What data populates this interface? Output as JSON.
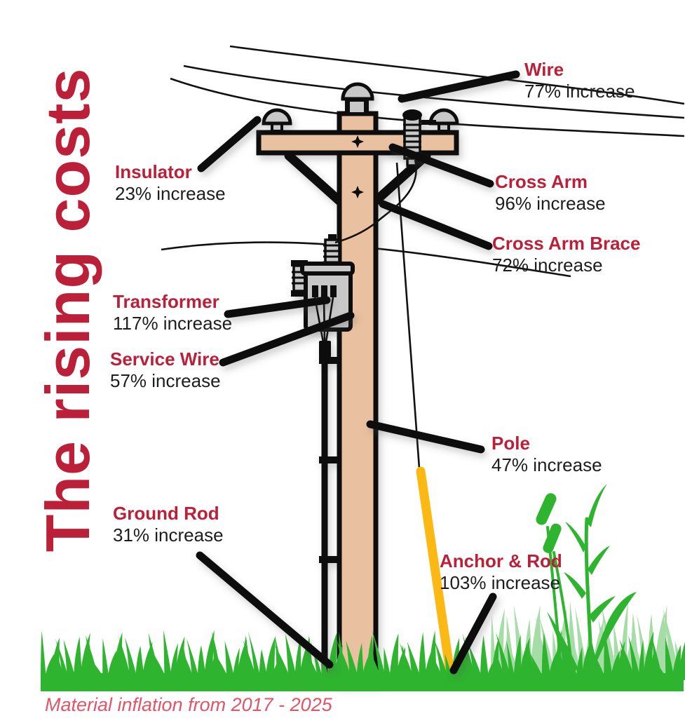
{
  "title": "The rising costs",
  "footer": "Material inflation from 2017 - 2025",
  "labels": {
    "wire": {
      "title": "Wire",
      "value": "77% increase"
    },
    "insulator": {
      "title": "Insulator",
      "value": "23% increase"
    },
    "cross_arm": {
      "title": "Cross Arm",
      "value": "96% increase"
    },
    "cross_arm_brace": {
      "title": "Cross Arm Brace",
      "value": "72% increase"
    },
    "transformer": {
      "title": "Transformer",
      "value": "117% increase"
    },
    "service_wire": {
      "title": "Service Wire",
      "value": "57% increase"
    },
    "pole": {
      "title": "Pole",
      "value": "47% increase"
    },
    "ground_rod": {
      "title": "Ground Rod",
      "value": "31% increase"
    },
    "anchor_rod": {
      "title": "Anchor & Rod",
      "value": "103% increase"
    }
  },
  "diagram": {
    "type": "annotated-diagram",
    "subject": "electric utility pole material cost increases",
    "parts": [
      {
        "part": "Wire",
        "increase_pct": 77
      },
      {
        "part": "Insulator",
        "increase_pct": 23
      },
      {
        "part": "Cross Arm",
        "increase_pct": 96
      },
      {
        "part": "Cross Arm Brace",
        "increase_pct": 72
      },
      {
        "part": "Transformer",
        "increase_pct": 117
      },
      {
        "part": "Service Wire",
        "increase_pct": 57
      },
      {
        "part": "Pole",
        "increase_pct": 47
      },
      {
        "part": "Ground Rod",
        "increase_pct": 31
      },
      {
        "part": "Anchor & Rod",
        "increase_pct": 103
      }
    ]
  },
  "colors": {
    "accent_red": "#bc1f38",
    "footer_red": "#e15569",
    "pole_tan": "#e9c1a0",
    "outline_black": "#111111",
    "hardware_gray": "#c8c8c8",
    "grass_green": "#2eb42e",
    "grass_light_green": "#a6dca6",
    "anchor_yellow": "#fdb913",
    "text_dark": "#1d1d1f"
  }
}
